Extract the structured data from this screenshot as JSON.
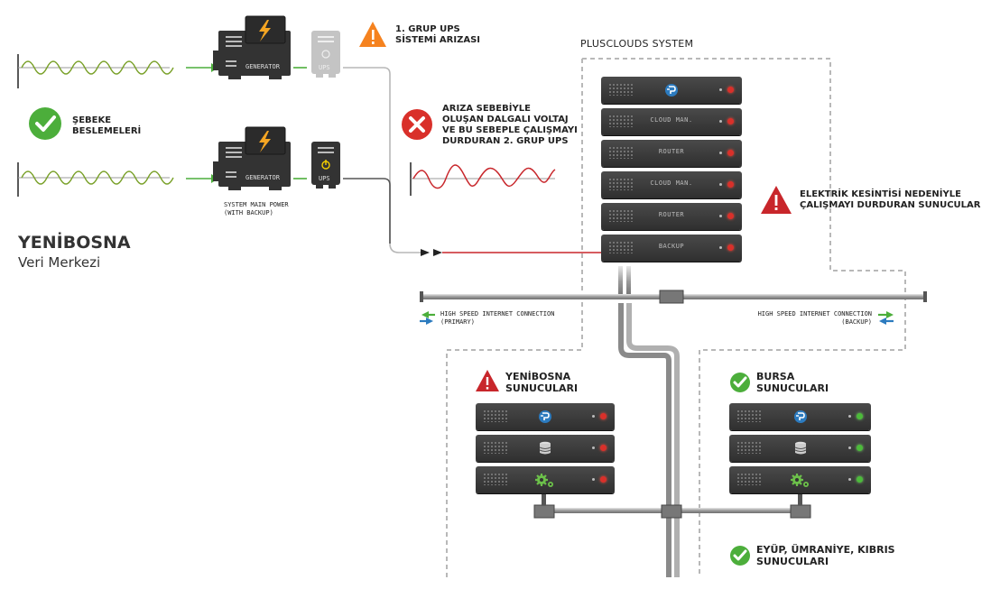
{
  "mains": {
    "status_label_line1": "ŞEBEKE",
    "status_label_line2": "BESLEMELERİ"
  },
  "site": {
    "title": "YENİBOSNA",
    "subtitle": "Veri Merkezi"
  },
  "power": {
    "generator_label": "GENERATOR",
    "ups_label": "UPS",
    "system_main_power_line1": "SYSTEM MAIN POWER",
    "system_main_power_line2": "(WITH BACKUP)"
  },
  "alerts": {
    "ups1_fault_line1": "1. GRUP UPS",
    "ups1_fault_line2": "SİSTEMİ ARIZASI",
    "ups2_fault_line1": "ARIZA SEBEBİYLE",
    "ups2_fault_line2": "OLUŞAN DALGALI VOLTAJ",
    "ups2_fault_line3": "VE BU SEBEPLE ÇALIŞMAYI",
    "ups2_fault_line4": "DURDURAN 2. GRUP UPS",
    "servers_down_line1": "ELEKTRİK KESİNTİSİ NEDENİYLE",
    "servers_down_line2": "ÇALIŞMAYI DURDURAN SUNUCULAR"
  },
  "system": {
    "title": "PLUSCLOUDS SYSTEM",
    "servers": [
      "",
      "CLOUD MAN.",
      "ROUTER",
      "CLOUD MAN.",
      "ROUTER",
      "BACKUP"
    ]
  },
  "network": {
    "primary_line1": "HIGH SPEED INTERNET CONNECTION",
    "primary_line2": "(PRIMARY)",
    "backup_line1": "HIGH SPEED INTERNET CONNECTION",
    "backup_line2": "(BACKUP)"
  },
  "locations": {
    "yenibosna_line1": "YENİBOSNA",
    "yenibosna_line2": "SUNUCULARI",
    "bursa_line1": "BURSA",
    "bursa_line2": "SUNUCULARI",
    "others_line1": "EYÜP, ÜMRANİYE, KIBRIS",
    "others_line2": "SUNUCULARI"
  },
  "colors": {
    "ok_green": "#4cae3b",
    "warning_orange": "#f5821f",
    "error_red": "#d9302a",
    "fault_wave_red": "#c8262b",
    "dark_equipment": "#333333"
  }
}
